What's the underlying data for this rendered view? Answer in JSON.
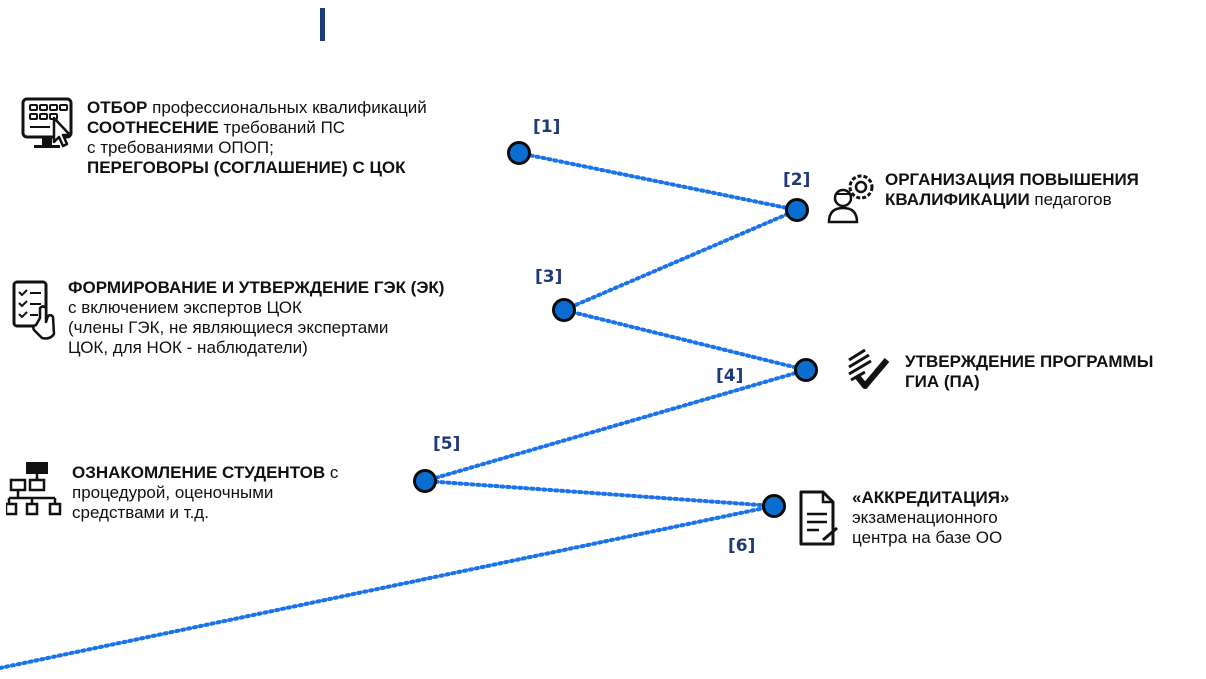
{
  "timeline": [
    {
      "id": 1,
      "number": "[1]",
      "lines": [
        {
          "bold": "ОТБОР",
          "rest": " профессиональных квалификаций"
        },
        {
          "bold": "СООТНЕСЕНИЕ",
          "rest": " требований ПС"
        },
        {
          "bold": "",
          "rest": "с требованиями ОПОП;"
        },
        {
          "bold": "ПЕРЕГОВОРЫ (СОГЛАШЕНИЕ) С ЦОК",
          "rest": ""
        }
      ],
      "icon": "keyboard-click-icon"
    },
    {
      "id": 2,
      "number": "[2]",
      "lines": [
        {
          "bold": "ОРГАНИЗАЦИЯ ПОВЫШЕНИЯ",
          "rest": ""
        },
        {
          "bold": "КВАЛИФИКАЦИИ",
          "rest": " педагогов"
        }
      ],
      "icon": "person-gear-icon"
    },
    {
      "id": 3,
      "number": "[3]",
      "lines": [
        {
          "bold": "ФОРМИРОВАНИЕ И УТВЕРЖДЕНИЕ ГЭК (ЭК)",
          "rest": ""
        },
        {
          "bold": "",
          "rest": "с включением экспертов ЦОК"
        },
        {
          "bold": "",
          "rest": "(члены ГЭК, не являющиеся экспертами"
        },
        {
          "bold": "",
          "rest": "ЦОК, для НОК - наблюдатели)"
        }
      ],
      "icon": "checklist-hand-icon"
    },
    {
      "id": 4,
      "number": "[4]",
      "lines": [
        {
          "bold": "УТВЕРЖДЕНИЕ ПРОГРАММЫ",
          "rest": ""
        },
        {
          "bold": "ГИА (ПА)",
          "rest": ""
        }
      ],
      "icon": "approved-document-icon"
    },
    {
      "id": 5,
      "number": "[5]",
      "lines": [
        {
          "bold": "ОЗНАКОМЛЕНИЕ СТУДЕНТОВ",
          "rest": " с"
        },
        {
          "bold": "",
          "rest": "процедурой, оценочными"
        },
        {
          "bold": "",
          "rest": "средствами и т.д."
        }
      ],
      "icon": "org-chart-icon"
    },
    {
      "id": 6,
      "number": "[6]",
      "lines": [
        {
          "bold": "«АККРЕДИТАЦИЯ»",
          "rest": ""
        },
        {
          "bold": "",
          "rest": "экзаменационного"
        },
        {
          "bold": "",
          "rest": "центра на базе ОО"
        }
      ],
      "icon": "document-sign-icon"
    }
  ],
  "colors": {
    "node_fill": "#0a6ed1",
    "node_border": "#0b0b0b",
    "connector": "#1a73e8",
    "number": "#1f3a7a"
  }
}
